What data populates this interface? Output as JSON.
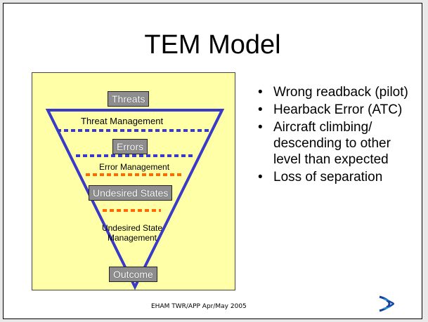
{
  "slide": {
    "title": "TEM Model",
    "footer": "EHAM TWR/APP Apr/May 2005"
  },
  "diagram": {
    "threats": "Threats",
    "threat_management": "Threat Management",
    "errors": "Errors",
    "error_management": "Error Management",
    "undesired_states": "Undesired States",
    "undesired_state_management_line1": "Undesired State",
    "undesired_state_management_line2": "Management",
    "outcome": "Outcome"
  },
  "bullets": [
    {
      "text": "Wrong readback (pilot)"
    },
    {
      "text": "Hearback Error (ATC)"
    },
    {
      "text": "Aircraft climbing/ descending to other level than expected"
    },
    {
      "text": "Loss of separation"
    }
  ],
  "colors": {
    "box_background": "#ffffa8",
    "triangle": "#3a3ac8",
    "barrier": "#ff6a00",
    "label_background": "#8e8e8e"
  },
  "logo_icon": "lvnl-logo-icon"
}
